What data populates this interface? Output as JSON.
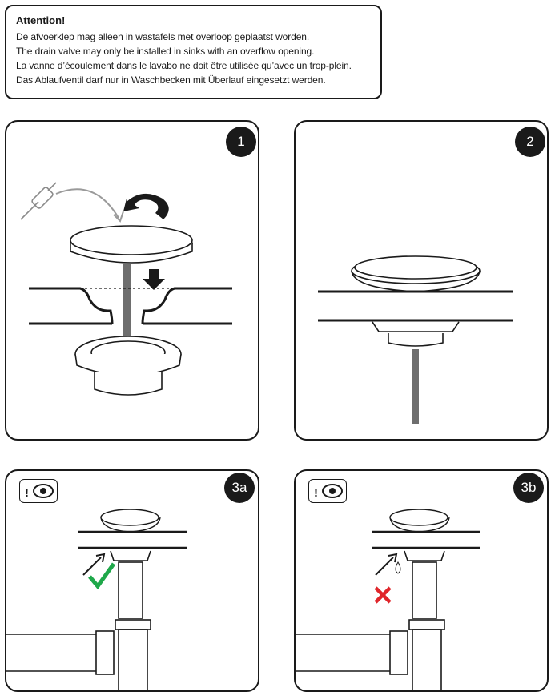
{
  "attention": {
    "title": "Attention!",
    "lines": [
      "De afvoerklep mag alleen in wastafels met overloop geplaatst worden.",
      "The drain valve may only be installed in sinks with an overflow opening.",
      "La vanne d’écoulement dans le lavabo ne doit être utilisée qu’avec un trop-plein.",
      "Das Ablaufventil darf nur in Waschbecken mit Überlauf eingesetzt werden."
    ]
  },
  "steps": [
    {
      "label": "1"
    },
    {
      "label": "2"
    },
    {
      "label": "3a",
      "icon": "inspect-eye-icon",
      "status": "correct-check-icon",
      "status_color": "#1fa84a"
    },
    {
      "label": "3b",
      "icon": "inspect-eye-icon",
      "status": "wrong-cross-icon",
      "status_color": "#e0262b"
    }
  ]
}
